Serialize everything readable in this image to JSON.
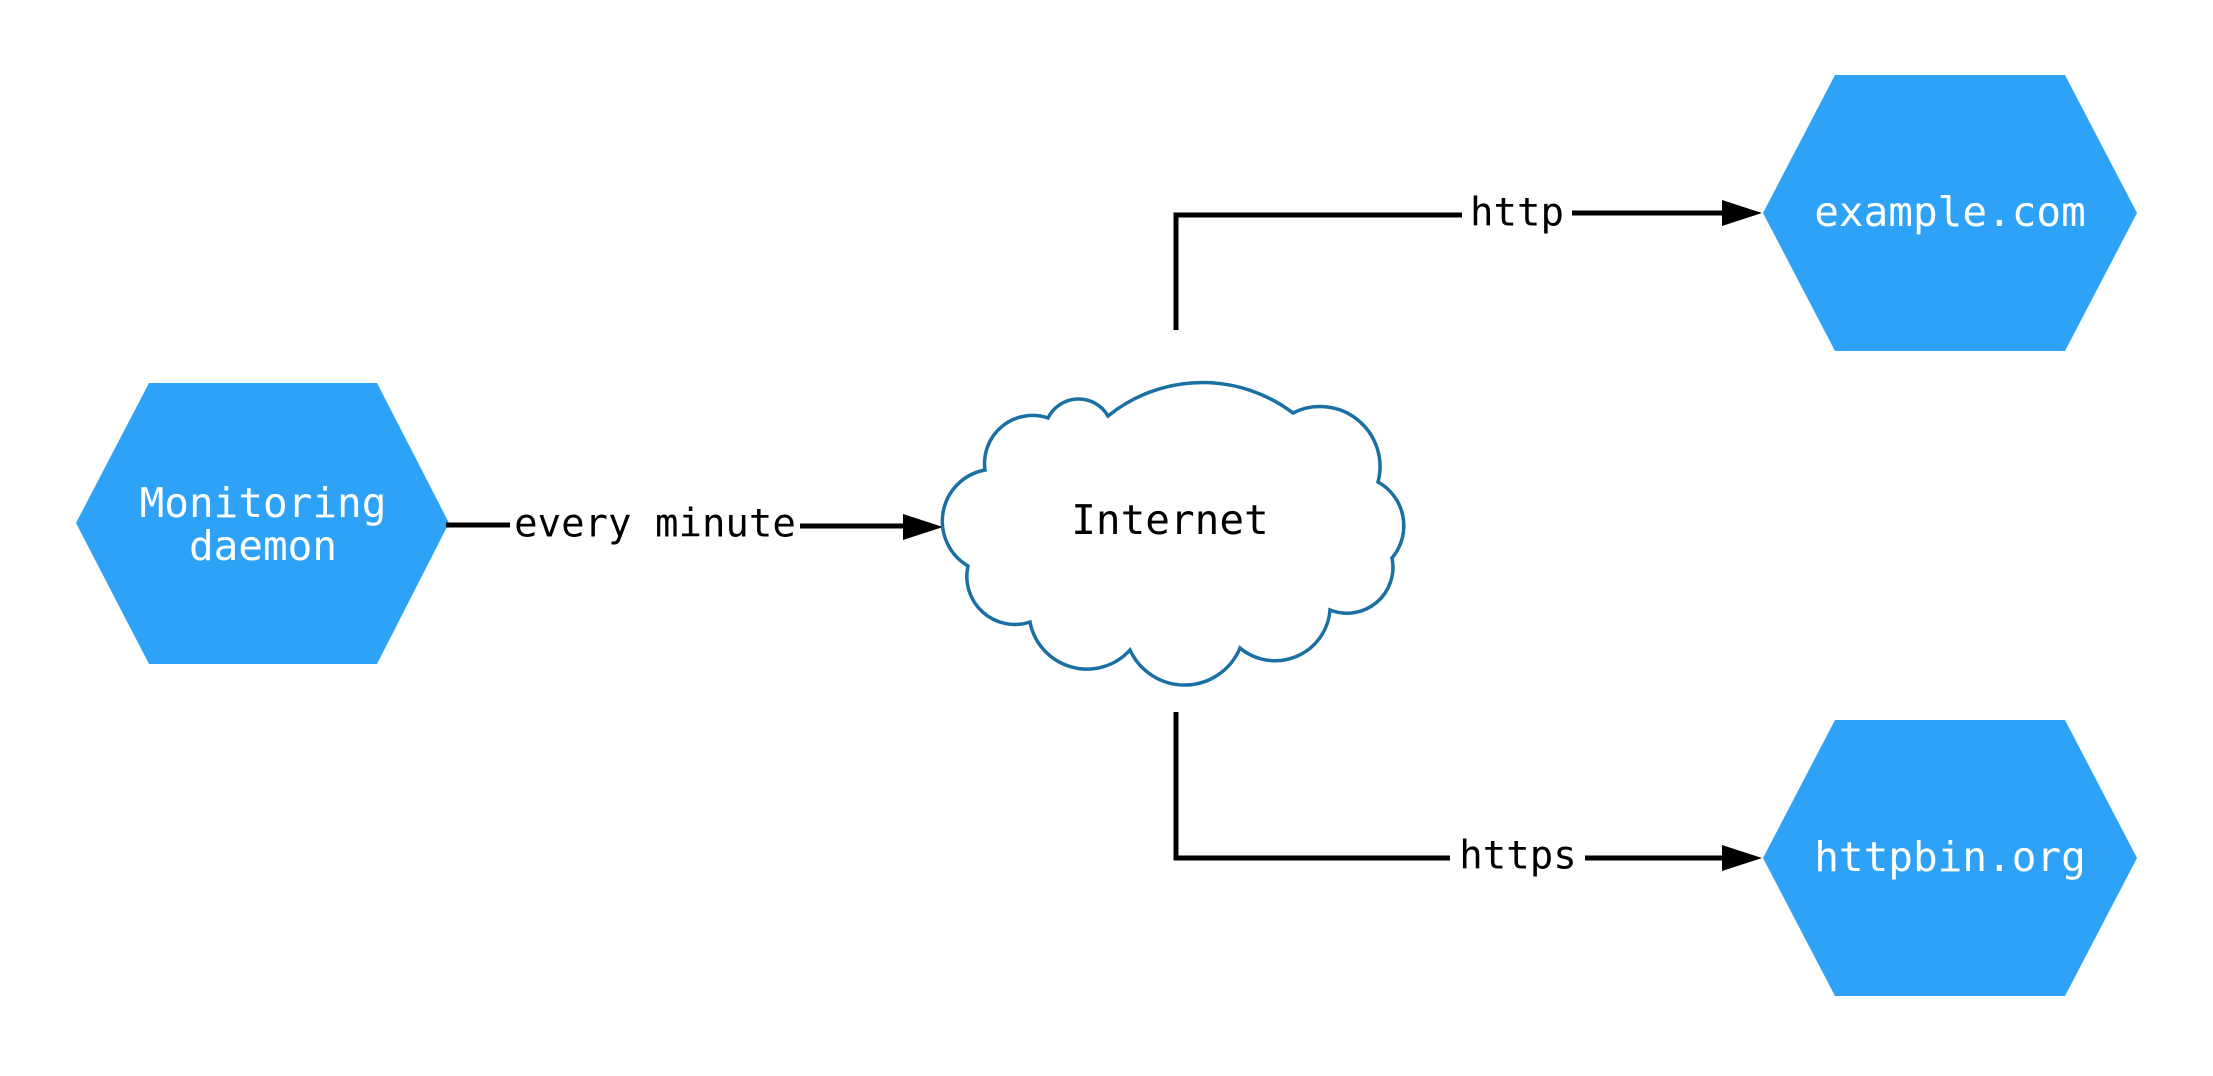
{
  "diagram": {
    "type": "network-topology",
    "nodes": {
      "monitoring_daemon": {
        "shape": "hexagon",
        "label_line1": "Monitoring",
        "label_line2": "daemon"
      },
      "internet": {
        "shape": "cloud",
        "label": "Internet"
      },
      "example_com": {
        "shape": "hexagon",
        "label": "example.com"
      },
      "httpbin_org": {
        "shape": "hexagon",
        "label": "httpbin.org"
      }
    },
    "edges": [
      {
        "from": "monitoring_daemon",
        "to": "internet",
        "label": "every minute"
      },
      {
        "from": "internet",
        "to": "example_com",
        "label": "http"
      },
      {
        "from": "internet",
        "to": "httpbin_org",
        "label": "https"
      }
    ],
    "colors": {
      "hexagon_fill": "#2EA2F7",
      "hexagon_text": "#FFFFFF",
      "cloud_stroke": "#1A6FA3",
      "cloud_fill": "#FFFFFF",
      "edge_stroke": "#000000",
      "edge_label_text": "#000000"
    }
  }
}
